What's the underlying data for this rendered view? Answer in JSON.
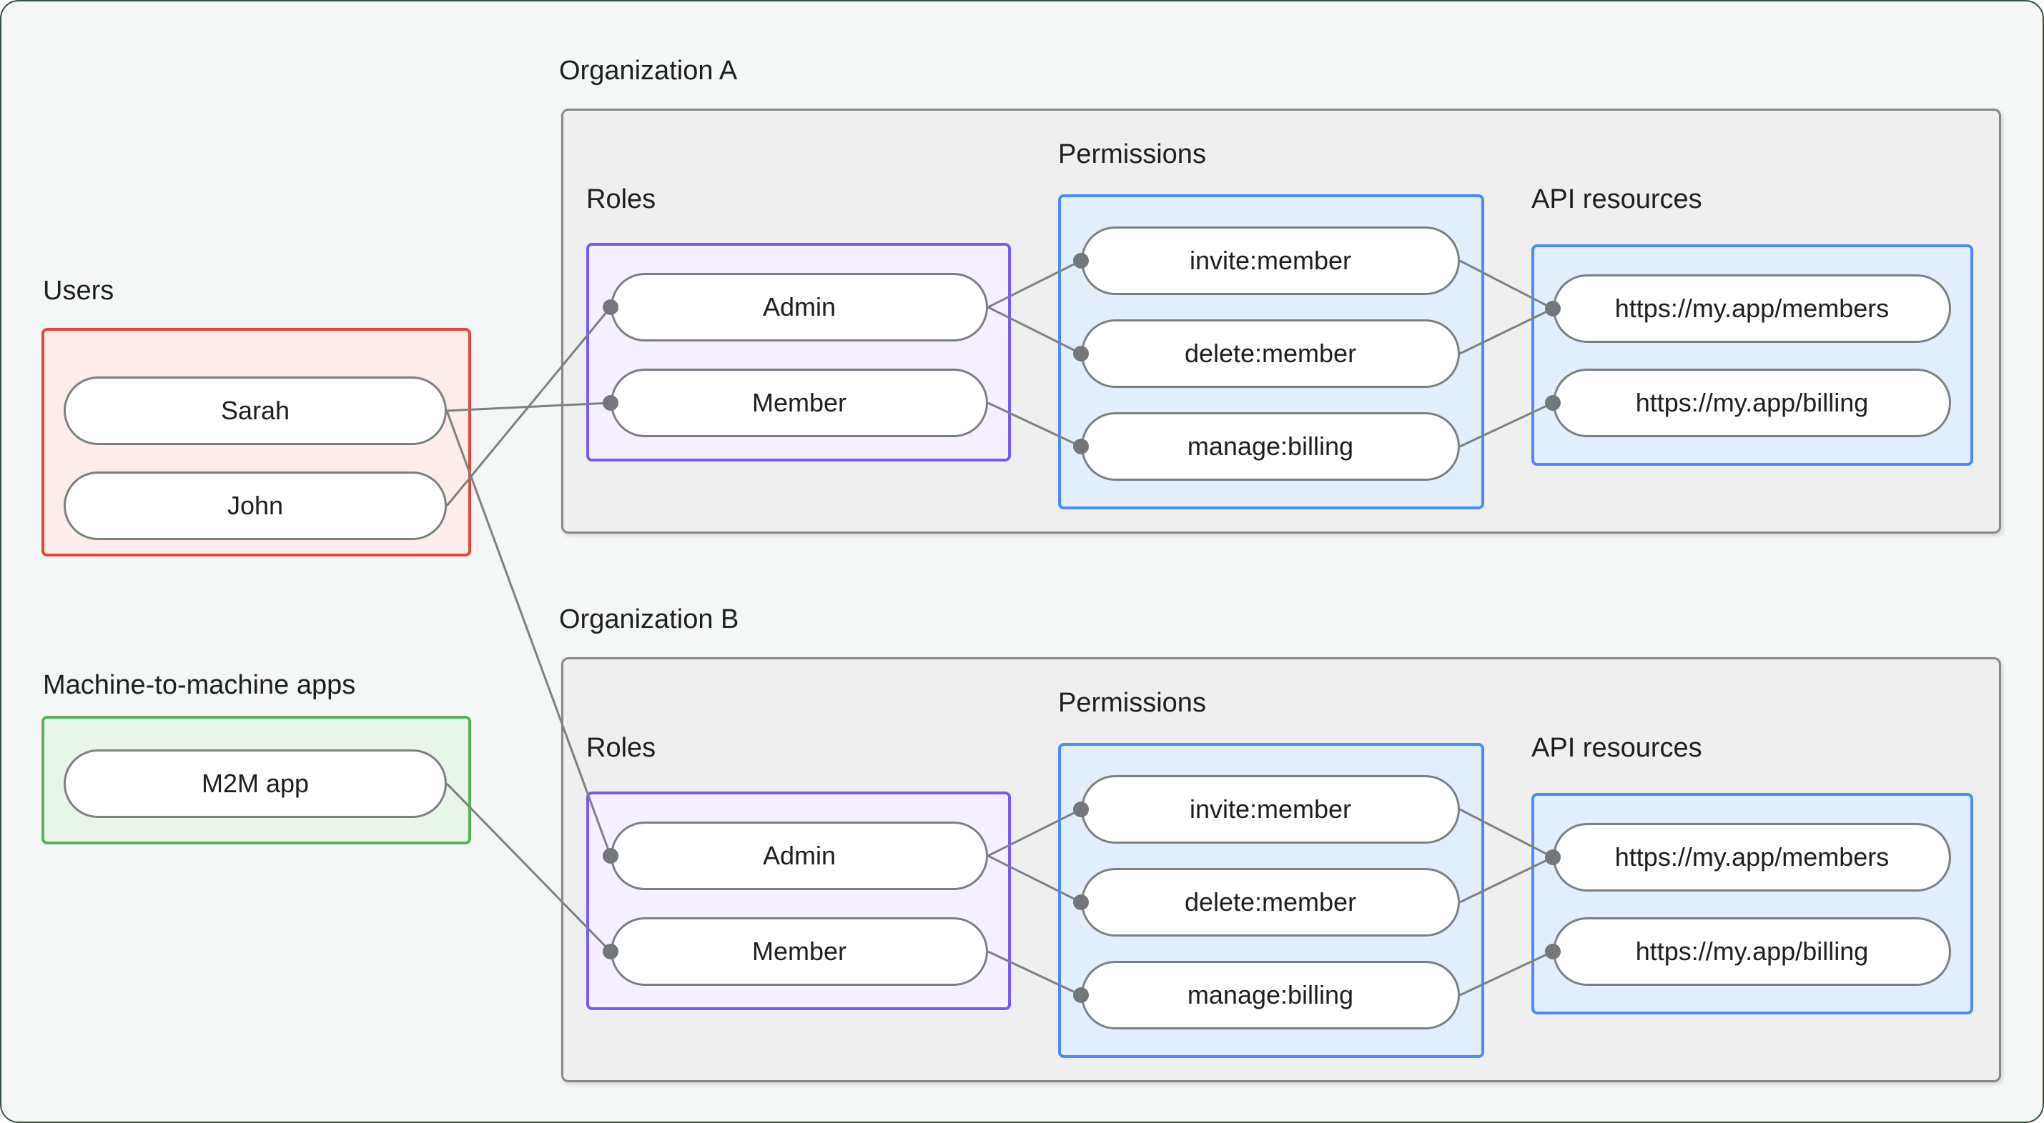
{
  "colors": {
    "background": "#f5f7f6",
    "frame_border": "#35503e",
    "org_box_fill": "#eeefee",
    "org_box_border": "#85888b",
    "users_fill": "#fcedeb",
    "users_border": "#e2443a",
    "m2m_fill": "#e9f5e9",
    "m2m_border": "#55b25b",
    "roles_fill": "#f6f0fe",
    "roles_border": "#7a57f7",
    "blue_fill": "#e3eefc",
    "blue_border": "#4a8cf7",
    "node_fill": "#ffffff",
    "node_border": "#7b7f82",
    "edge": "#7d8083",
    "dot": "#74777a",
    "text": "#1d1e20"
  },
  "users": {
    "title": "Users",
    "nodes": [
      {
        "label": "Sarah"
      },
      {
        "label": "John"
      }
    ]
  },
  "m2m": {
    "title": "Machine-to-machine apps",
    "nodes": [
      {
        "label": "M2M app"
      }
    ]
  },
  "org_a": {
    "title": "Organization A",
    "roles": {
      "title": "Roles",
      "nodes": [
        {
          "label": "Admin"
        },
        {
          "label": "Member"
        }
      ]
    },
    "permissions": {
      "title": "Permissions",
      "nodes": [
        {
          "label": "invite:member"
        },
        {
          "label": "delete:member"
        },
        {
          "label": "manage:billing"
        }
      ]
    },
    "api": {
      "title": "API resources",
      "nodes": [
        {
          "label": "https://my.app/members"
        },
        {
          "label": "https://my.app/billing"
        }
      ]
    }
  },
  "org_b": {
    "title": "Organization B",
    "roles": {
      "title": "Roles",
      "nodes": [
        {
          "label": "Admin"
        },
        {
          "label": "Member"
        }
      ]
    },
    "permissions": {
      "title": "Permissions",
      "nodes": [
        {
          "label": "invite:member"
        },
        {
          "label": "delete:member"
        },
        {
          "label": "manage:billing"
        }
      ]
    },
    "api": {
      "title": "API resources",
      "nodes": [
        {
          "label": "https://my.app/members"
        },
        {
          "label": "https://my.app/billing"
        }
      ]
    }
  },
  "edges": [
    {
      "from": "users.1",
      "to": "org_a.roles.0"
    },
    {
      "from": "users.0",
      "to": "org_a.roles.1"
    },
    {
      "from": "users.0",
      "to": "org_b.roles.0"
    },
    {
      "from": "m2m.0",
      "to": "org_b.roles.1"
    },
    {
      "from": "org_a.roles.0",
      "to": "org_a.perm.0"
    },
    {
      "from": "org_a.roles.0",
      "to": "org_a.perm.1"
    },
    {
      "from": "org_a.roles.1",
      "to": "org_a.perm.2"
    },
    {
      "from": "org_a.perm.0",
      "to": "org_a.api.0"
    },
    {
      "from": "org_a.perm.1",
      "to": "org_a.api.0"
    },
    {
      "from": "org_a.perm.2",
      "to": "org_a.api.1"
    },
    {
      "from": "org_b.roles.0",
      "to": "org_b.perm.0"
    },
    {
      "from": "org_b.roles.0",
      "to": "org_b.perm.1"
    },
    {
      "from": "org_b.roles.1",
      "to": "org_b.perm.2"
    },
    {
      "from": "org_b.perm.0",
      "to": "org_b.api.0"
    },
    {
      "from": "org_b.perm.1",
      "to": "org_b.api.0"
    },
    {
      "from": "org_b.perm.2",
      "to": "org_b.api.1"
    }
  ]
}
